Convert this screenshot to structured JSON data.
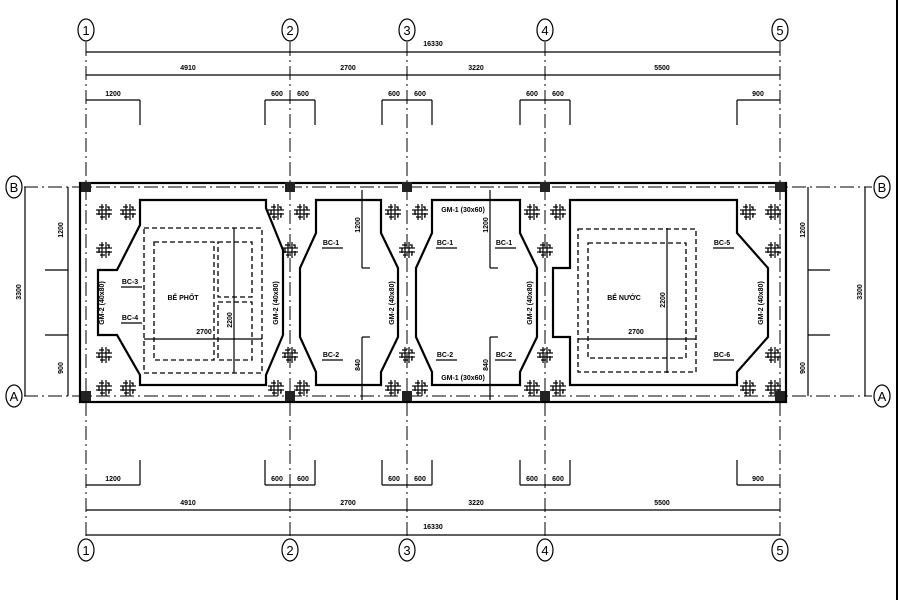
{
  "drawing": {
    "grid_x": [
      "1",
      "2",
      "3",
      "4",
      "5"
    ],
    "grid_y": [
      "B",
      "A"
    ],
    "dims_total": "16330",
    "dims_spans": [
      "4910",
      "2700",
      "3220",
      "5500"
    ],
    "dims_local": [
      "1200",
      "600",
      "600",
      "600",
      "600",
      "600",
      "600",
      "900"
    ],
    "dims_left": {
      "overall": "3300",
      "top": "1200",
      "bottom": "900"
    },
    "dims_right": {
      "overall": "3300",
      "top": "1200",
      "bottom": "900"
    },
    "room_labels": {
      "septic": "BỂ PHỐT",
      "water": "BỂ NƯỚC"
    },
    "room_dims": {
      "septic_w": "2700",
      "septic_h": "2200",
      "water_w": "2700",
      "water_h": "2200"
    },
    "inner_dims": {
      "r2_top": "1200",
      "r2_bot": "840",
      "r3_top": "1200",
      "r3_bot": "840"
    },
    "beam_labels": {
      "gm1": "GM-1 (30x60)",
      "gm2": "GM-2 (40x80)",
      "bc1": "BC-1",
      "bc2": "BC-2",
      "bc3": "BC-3",
      "bc4": "BC-4",
      "bc5": "BC-5",
      "bc6": "BC-6"
    }
  }
}
